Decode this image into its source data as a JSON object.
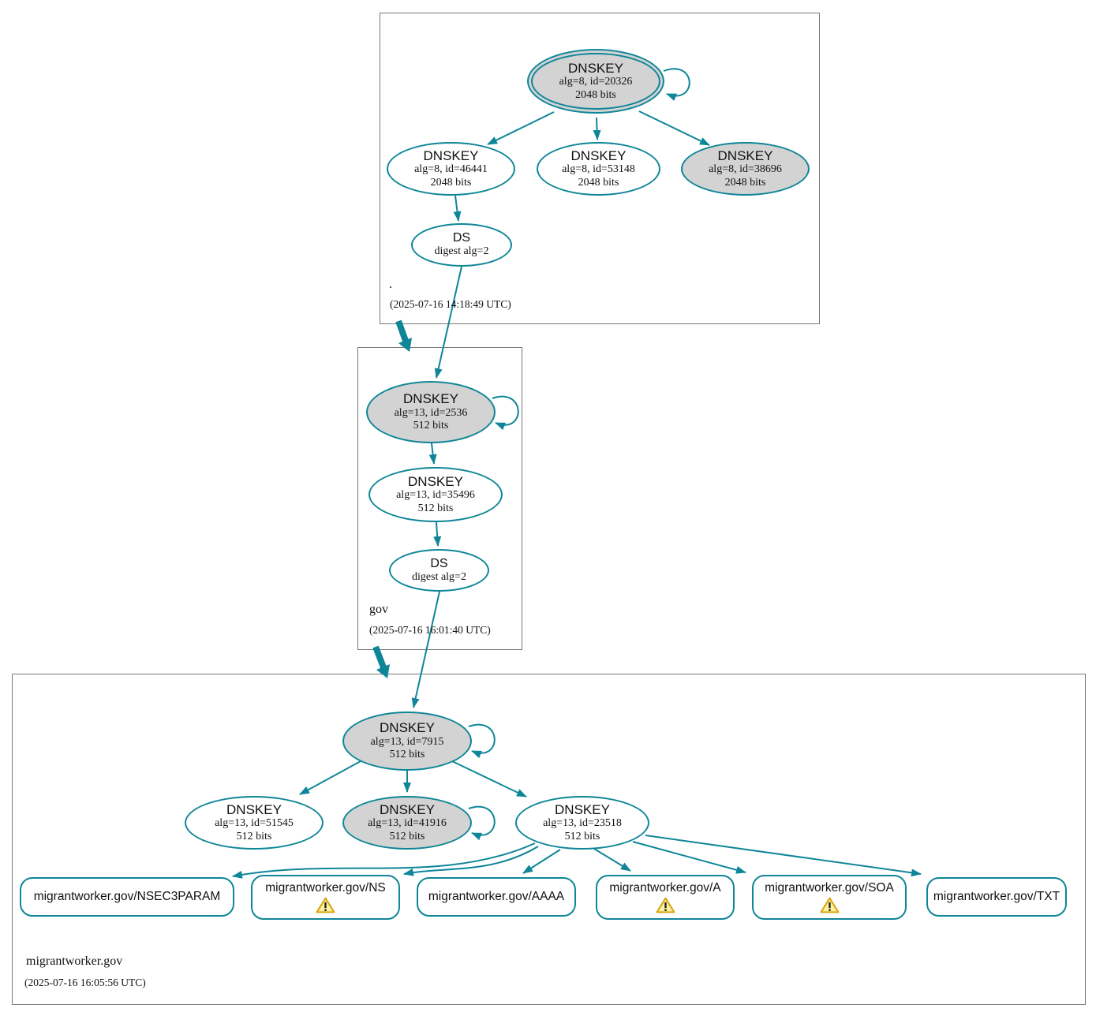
{
  "diagram": "DNSSEC authentication chain",
  "colors": {
    "edge_secure": "#0e8698",
    "ksk_fill": "#d3d3d3",
    "node_fill": "#ffffff",
    "zone_box_border": "#787878",
    "warning_fill": "#fdf3a1",
    "warning_border": "#d9a514"
  },
  "zones": [
    {
      "name": ".",
      "timestamp": "(2025-07-16 14:18:49 UTC)",
      "nodes": [
        {
          "type": "DNSKEY",
          "detail": "alg=8, id=20326",
          "bits": "2048 bits"
        },
        {
          "type": "DNSKEY",
          "detail": "alg=8, id=46441",
          "bits": "2048 bits"
        },
        {
          "type": "DNSKEY",
          "detail": "alg=8, id=53148",
          "bits": "2048 bits"
        },
        {
          "type": "DNSKEY",
          "detail": "alg=8, id=38696",
          "bits": "2048 bits"
        },
        {
          "type": "DS",
          "detail": "digest alg=2"
        }
      ]
    },
    {
      "name": "gov",
      "timestamp": "(2025-07-16 16:01:40 UTC)",
      "nodes": [
        {
          "type": "DNSKEY",
          "detail": "alg=13, id=2536",
          "bits": "512 bits"
        },
        {
          "type": "DNSKEY",
          "detail": "alg=13, id=35496",
          "bits": "512 bits"
        },
        {
          "type": "DS",
          "detail": "digest alg=2"
        }
      ]
    },
    {
      "name": "migrantworker.gov",
      "timestamp": "(2025-07-16 16:05:56 UTC)",
      "nodes": [
        {
          "type": "DNSKEY",
          "detail": "alg=13, id=7915",
          "bits": "512 bits"
        },
        {
          "type": "DNSKEY",
          "detail": "alg=13, id=51545",
          "bits": "512 bits"
        },
        {
          "type": "DNSKEY",
          "detail": "alg=13, id=41916",
          "bits": "512 bits"
        },
        {
          "type": "DNSKEY",
          "detail": "alg=13, id=23518",
          "bits": "512 bits"
        }
      ],
      "rrsets": [
        {
          "label": "migrantworker.gov/NSEC3PARAM",
          "warning": false
        },
        {
          "label": "migrantworker.gov/NS",
          "warning": true
        },
        {
          "label": "migrantworker.gov/AAAA",
          "warning": false
        },
        {
          "label": "migrantworker.gov/A",
          "warning": true
        },
        {
          "label": "migrantworker.gov/SOA",
          "warning": true
        },
        {
          "label": "migrantworker.gov/TXT",
          "warning": false
        }
      ]
    }
  ]
}
